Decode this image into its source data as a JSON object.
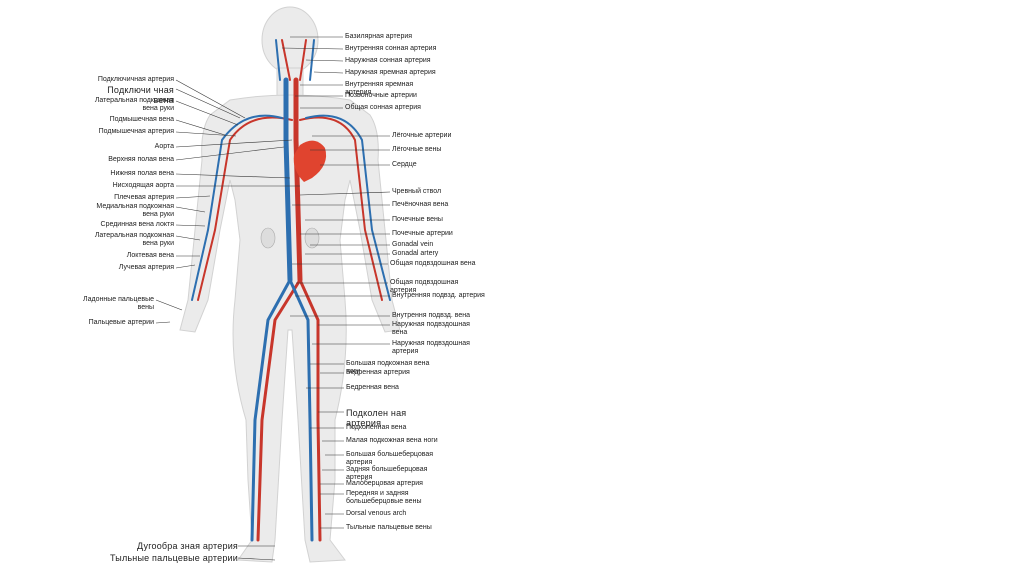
{
  "colors": {
    "artery": "#c8362b",
    "vein": "#2d6fb0",
    "body": "#ebebeb",
    "heart": "#e0442f",
    "leader": "#333333"
  },
  "labels_left": [
    "Подключичная артерия",
    "Подключи чная вена",
    "Латеральная подкожная вена руки",
    "Подмышечная вена",
    "Подмышечная артерия",
    "Аорта",
    "Верхняя полая вена",
    "Нижняя полая вена",
    "Нисходящая аорта",
    "Плечевая артерия",
    "Медиальная подкожная вена руки",
    "Срединная вена локтя",
    "Латеральная подкожная вена руки",
    "Локтевая вена",
    "Лучевая артерия",
    "Ладонные пальцевые вены",
    "Пальцевые артерии"
  ],
  "labels_right": [
    "Базилярная артерия",
    "Внутренняя сонная артерия",
    "Наружная сонная артерия",
    "Наружная яремная артерия",
    "Внутренняя яремная артерия",
    "Позвоночные артерии",
    "Общая сонная артерия",
    "Лёгочные артерии",
    "Лёгочные вены",
    "Сердце",
    "Чревный ствол",
    "Печёночная вена",
    "Почечные вены",
    "Почечные артерии",
    "Gonadal vein",
    "Gonadal artery",
    "Общая подвздошная вена",
    "Общая подвздошная артерия",
    "Внутренняя подвзд. артерия",
    "Внутрення подвзд. вена",
    "Наружная подвздошная вена",
    "Наружная подвздошная артерия",
    "Большая подкожная вена ноги",
    "Бедренная артерия",
    "Бедренная вена",
    "Подколен ная артерия",
    "Подколенная вена",
    "Малая подкожная вена ноги",
    "Большая большеберцовая артерия",
    "Задняя большеберцовая артерия",
    "Малоберцовая артерия",
    "Передняя и задняя большеберцовые вены",
    "Dorsal venous arch",
    "Тыльные пальцевые вены"
  ],
  "labels_bottom": [
    "Дугообра зная артерия",
    "Тыльные пальцевые артерии"
  ]
}
